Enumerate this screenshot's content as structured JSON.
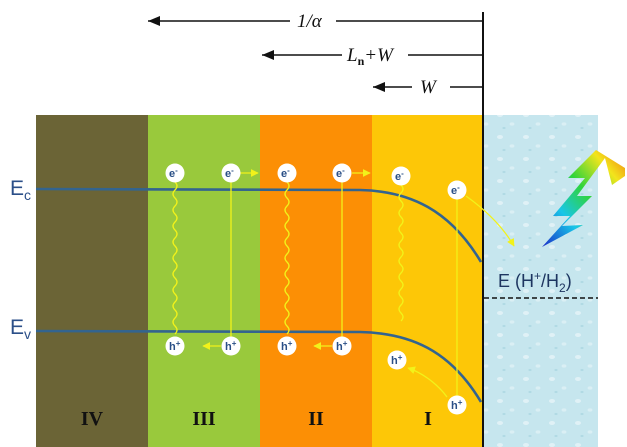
{
  "scale": {
    "absorption_depth": "1/α",
    "diffusion_plus_depletion": {
      "main": "L",
      "sub": "n",
      "rest": "+W"
    },
    "depletion_width": "W"
  },
  "bands": {
    "conduction": {
      "main": "E",
      "sub": "c"
    },
    "valence": {
      "main": "E",
      "sub": "v"
    }
  },
  "regions": [
    "IV",
    "III",
    "II",
    "I"
  ],
  "carriers": {
    "electron": "e",
    "electron_sup": "-",
    "hole": "h",
    "hole_sup": "+"
  },
  "redox": {
    "prefix": "E (H",
    "sup": "+",
    "mid": "/H",
    "sub": "2",
    "suffix": ")"
  },
  "colors": {
    "region_iv": "#6b6436",
    "region_iii": "#99c93c",
    "region_ii": "#fc8f05",
    "region_i": "#fdc707",
    "electrolyte": "#c6e6ee",
    "band_edge": "#33648f",
    "carrier_path": "#f2f21a"
  },
  "icons": {
    "light": "lightning-icon"
  }
}
